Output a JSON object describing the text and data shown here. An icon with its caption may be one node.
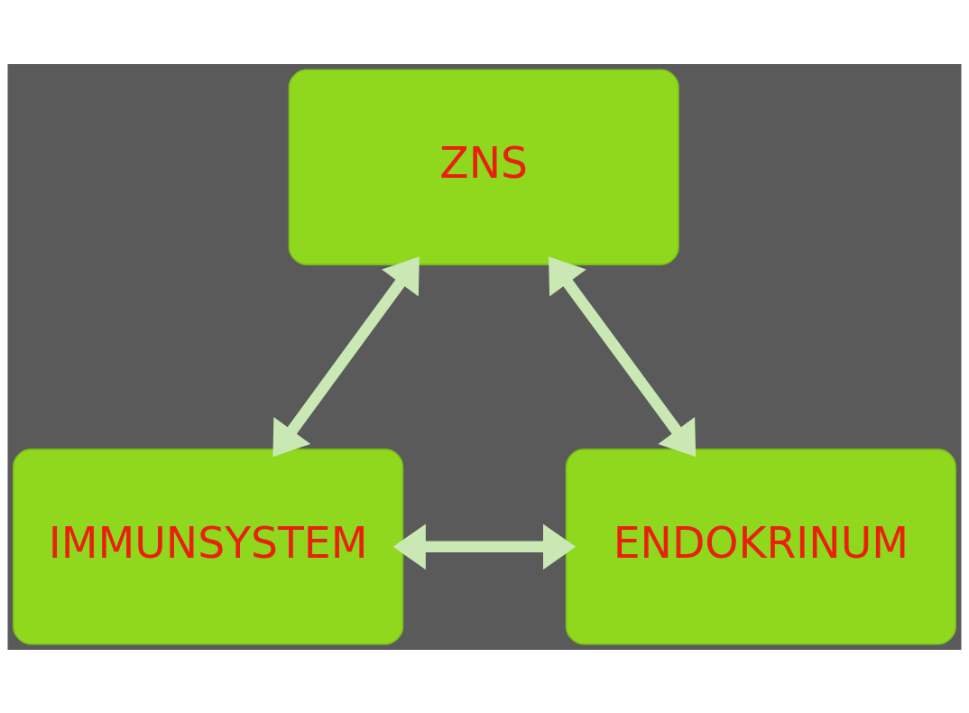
{
  "diagram": {
    "nodes": [
      {
        "text": [
          "ZNS"
        ]
      },
      {
        "text": [
          "IMMUNSYSTEM"
        ]
      },
      {
        "text": [
          "ENDOKRINUM"
        ]
      }
    ],
    "edges": [
      {
        "from": 1,
        "to": 0,
        "arrow": "both"
      },
      {
        "from": 0,
        "to": 2,
        "arrow": "both"
      },
      {
        "from": 1,
        "to": 2,
        "arrow": "both"
      }
    ]
  }
}
